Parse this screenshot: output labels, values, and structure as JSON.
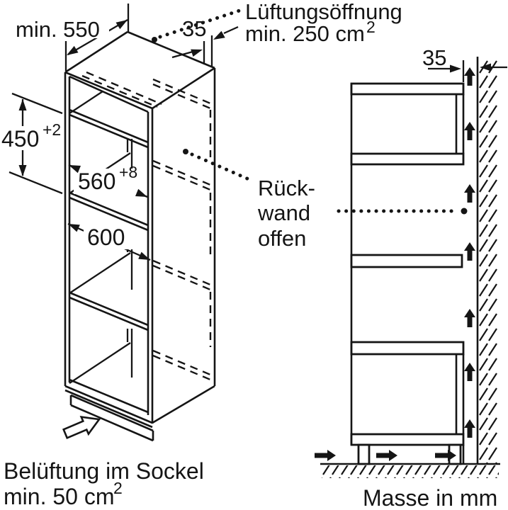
{
  "colors": {
    "ink": "#151515",
    "paper": "#ffffff"
  },
  "isometric_view": {
    "dim_depth": "min. 550",
    "dim_top_gap": "35",
    "dim_niche_height": "450",
    "dim_niche_height_tol": "+2",
    "dim_niche_width": "560",
    "dim_niche_width_tol": "+8",
    "dim_outer_width": "600",
    "vent_label_line1": "Lüftungsöffnung",
    "vent_label_line2": "min. 250 cm",
    "vent_label_sup": "2",
    "base_vent_line1": "Belüftung im Sockel",
    "base_vent_line2": "min. 50 cm",
    "base_vent_sup": "2"
  },
  "side_view": {
    "dim_rear_gap": "35",
    "rear_wall_line1": "Rück-",
    "rear_wall_line2": "wand",
    "rear_wall_line3": "offen",
    "units_note": "Masse in mm"
  }
}
